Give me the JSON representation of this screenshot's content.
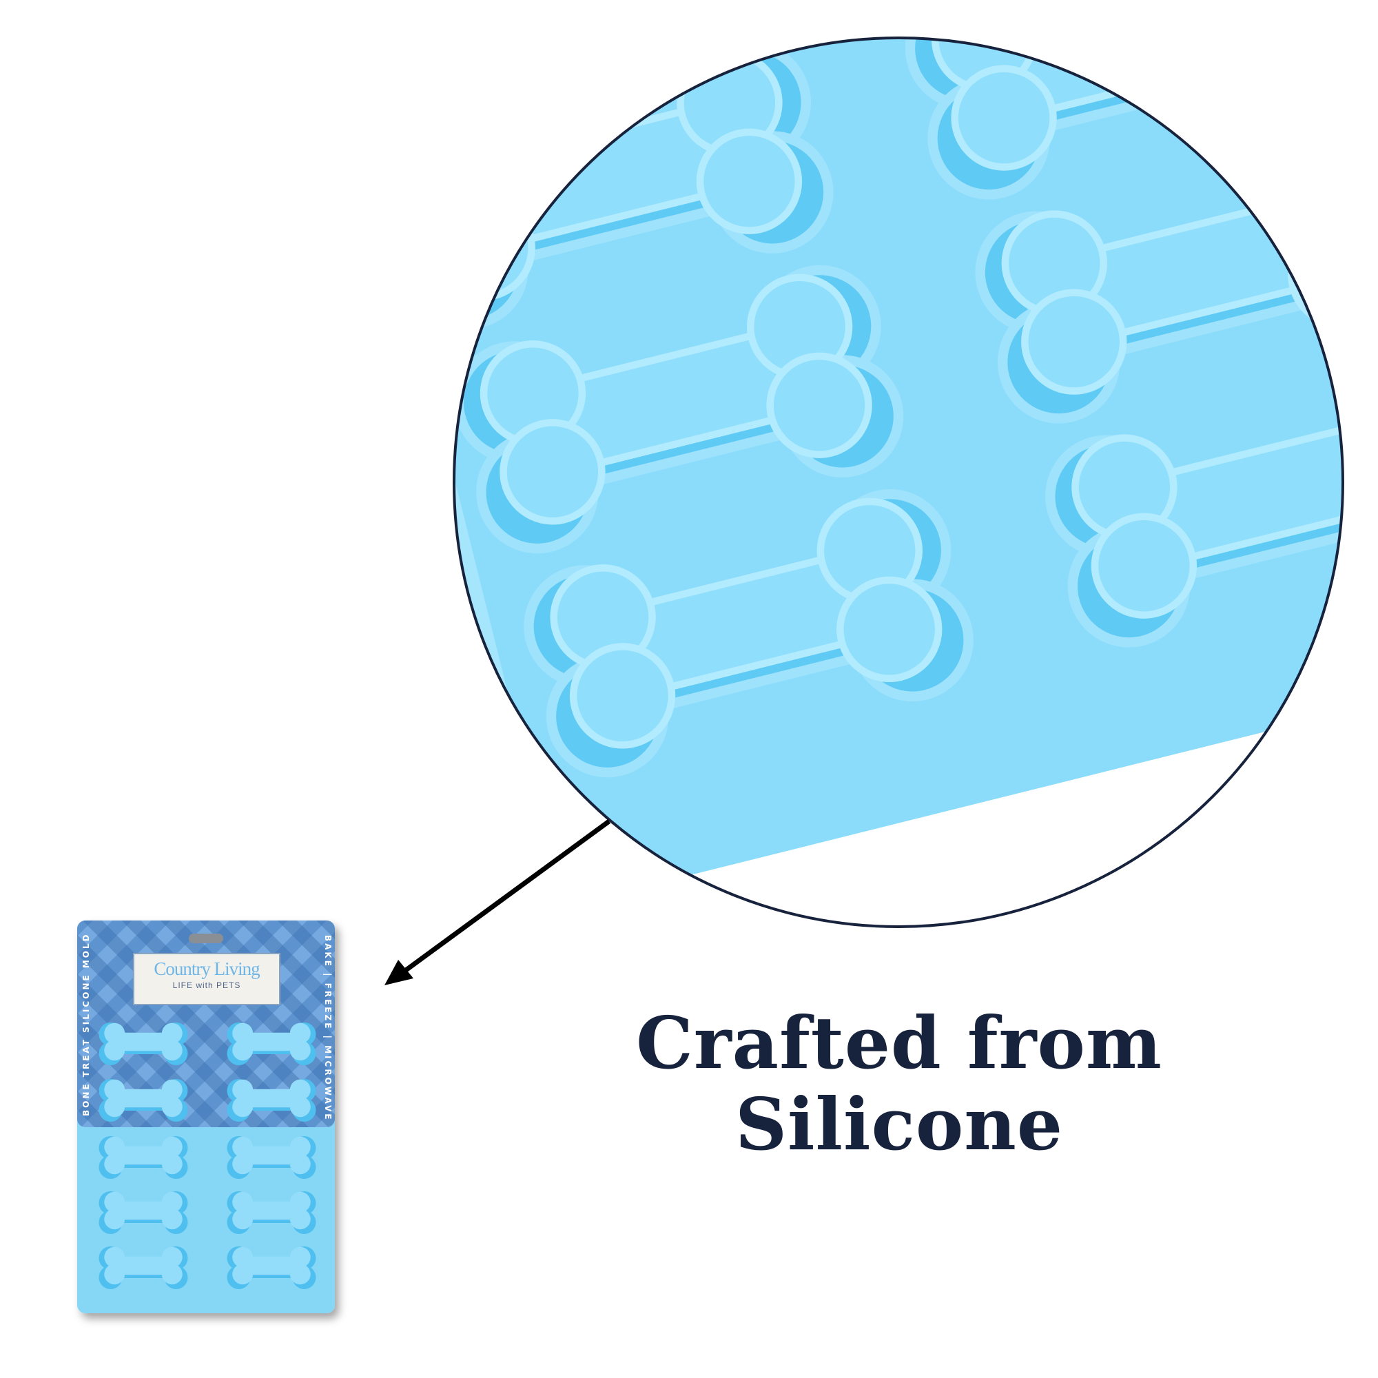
{
  "headline": {
    "line1": "Crafted from",
    "line2": "Silicone"
  },
  "product": {
    "brand": "Country Living",
    "sub_brand": "LIFE with PETS",
    "side_left": "BONE TREAT SILICONE MOLD",
    "side_right": "BAKE | FREEZE | MICROWAVE",
    "cavity_count": 10
  },
  "colors": {
    "headline": "#17223d",
    "silicone": "#7fd6f8",
    "outline": "#17223d"
  }
}
